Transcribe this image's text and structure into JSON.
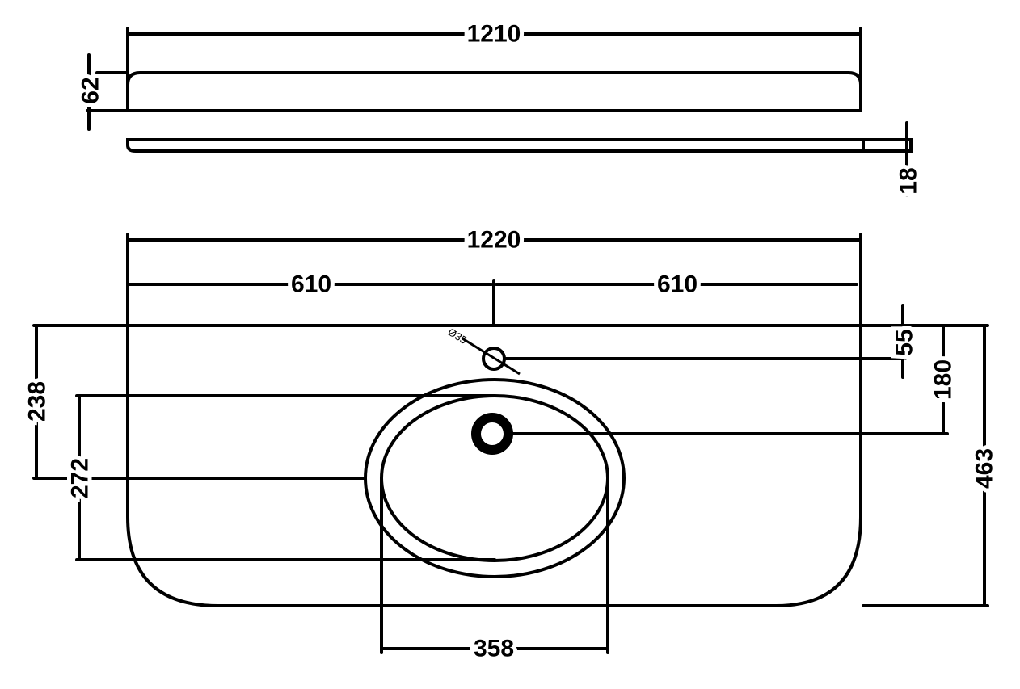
{
  "dimensions": {
    "shelf_width": "1210",
    "shelf_height": "62",
    "shelf_thickness": "18",
    "top_width": "1220",
    "left_half": "610",
    "right_half": "610",
    "tap_hole_diameter": "Ø35",
    "tap_hole_offset": "55",
    "drain_offset": "180",
    "top_depth": "463",
    "basin_center_depth": "238",
    "basin_depth": "272",
    "basin_width": "358"
  }
}
